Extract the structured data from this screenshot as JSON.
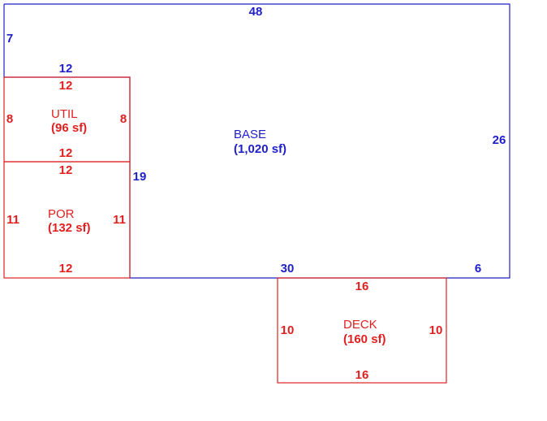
{
  "colors": {
    "base": "#1f1fc8",
    "addition": "#e02020",
    "background": "#ffffff"
  },
  "areas": {
    "base": {
      "name": "BASE",
      "area": "(1,020 sf)"
    },
    "util": {
      "name": "UTIL",
      "area": "(96 sf)"
    },
    "por": {
      "name": "POR",
      "area": "(132 sf)"
    },
    "deck": {
      "name": "DECK",
      "area": "(160 sf)"
    }
  },
  "dims": {
    "base_top": "48",
    "base_left_upper": "7",
    "base_step_top": "12",
    "base_right": "26",
    "base_step_right": "19",
    "base_bottom_mid": "30",
    "base_bottom_right": "6",
    "util_top": "12",
    "util_left": "8",
    "util_right": "8",
    "util_bottom": "12",
    "por_top": "12",
    "por_left": "11",
    "por_right": "11",
    "por_bottom": "12",
    "deck_top": "16",
    "deck_left": "10",
    "deck_right": "10",
    "deck_bottom": "16"
  }
}
